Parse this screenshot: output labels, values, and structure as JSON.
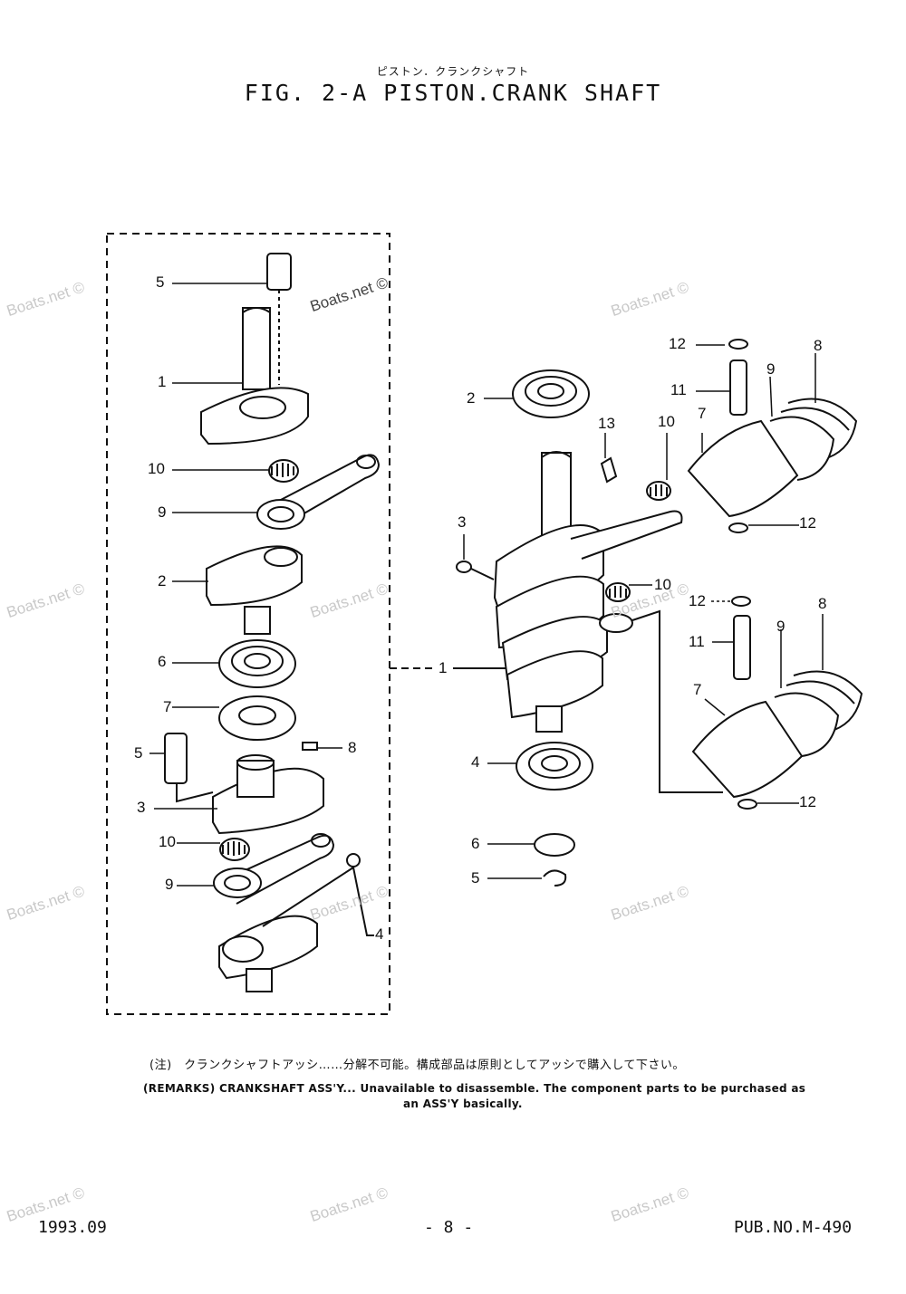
{
  "header": {
    "subtitle_jp": "ピストン．クランクシャフト",
    "title": "FIG.  2-A PISTON.CRANK SHAFT"
  },
  "watermark": {
    "text": "Boats.net ©"
  },
  "callouts": {
    "left": {
      "n5a": "5",
      "n1": "1",
      "n10a": "10",
      "n9a": "9",
      "n2": "2",
      "n6": "6",
      "n7": "7",
      "n5b": "5",
      "n8": "8",
      "n3": "3",
      "n10b": "10",
      "n9b": "9",
      "n4": "4"
    },
    "group_ref": "1",
    "right": {
      "n2": "2",
      "n13": "13",
      "n10a": "10",
      "n7a": "7",
      "n9a": "9",
      "n8a": "8",
      "n12a": "12",
      "n11a": "11",
      "n12b": "12",
      "n3": "3",
      "n10b": "10",
      "n12c": "12",
      "n11b": "11",
      "n9b": "9",
      "n8b": "8",
      "n7b": "7",
      "n12d": "12",
      "n4": "4",
      "n6": "6",
      "n5": "5"
    }
  },
  "remarks": {
    "jp": "(注)　クランクシャフトアッシ……分解不可能。構成部品は原則としてアッシで購入して下さい。",
    "en_line1": "(REMARKS)   CRANKSHAFT ASS'Y... Unavailable to disassemble. The component parts to be purchased as",
    "en_line2": "an ASS'Y basically."
  },
  "footer": {
    "date": "1993.09",
    "page": "- 8 -",
    "pub_no": "PUB.NO.M-490"
  }
}
